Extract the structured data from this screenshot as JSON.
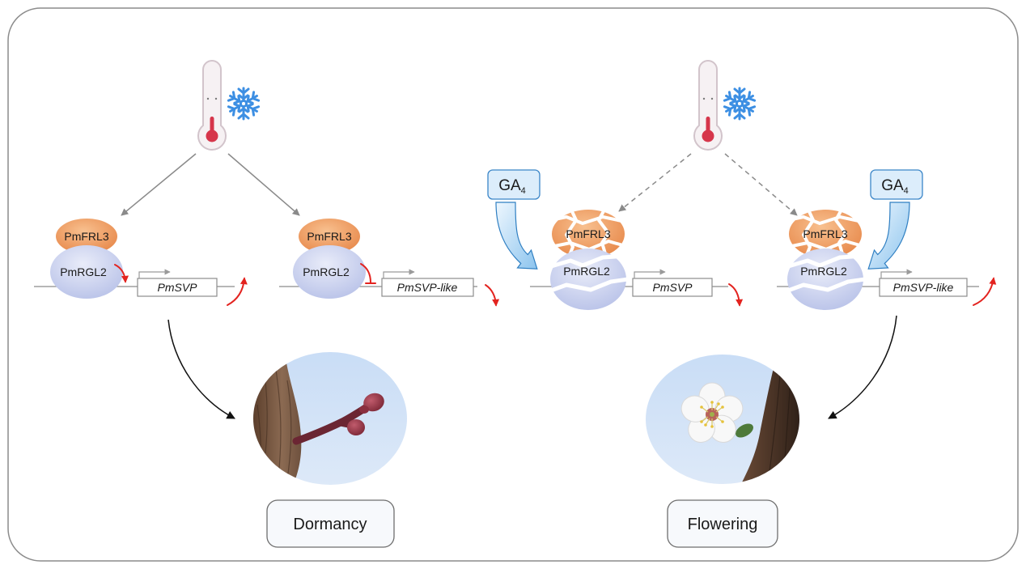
{
  "complexes": [
    {
      "frl3": "PmFRL3",
      "rgl2": "PmRGL2",
      "gene": "PmSVP"
    },
    {
      "frl3": "PmFRL3",
      "rgl2": "PmRGL2",
      "gene": "PmSVP-like"
    },
    {
      "frl3": "PmFRL3",
      "rgl2": "PmRGL2",
      "gene": "PmSVP"
    },
    {
      "frl3": "PmFRL3",
      "rgl2": "PmRGL2",
      "gene": "PmSVP-like"
    }
  ],
  "hormone": [
    {
      "base": "GA",
      "sub": "4"
    },
    {
      "base": "GA",
      "sub": "4"
    }
  ],
  "outcomes": [
    "Dormancy",
    "Flowering"
  ],
  "icons": {
    "temperature": "thermometer-icon",
    "cold": "snowflake-icon"
  },
  "colors": {
    "frl3": "#ee9b5e",
    "rgl2": "#c4ccec",
    "regulation": "#e3231f",
    "ga": "#3b86c8",
    "border": "#8c8c8c"
  }
}
